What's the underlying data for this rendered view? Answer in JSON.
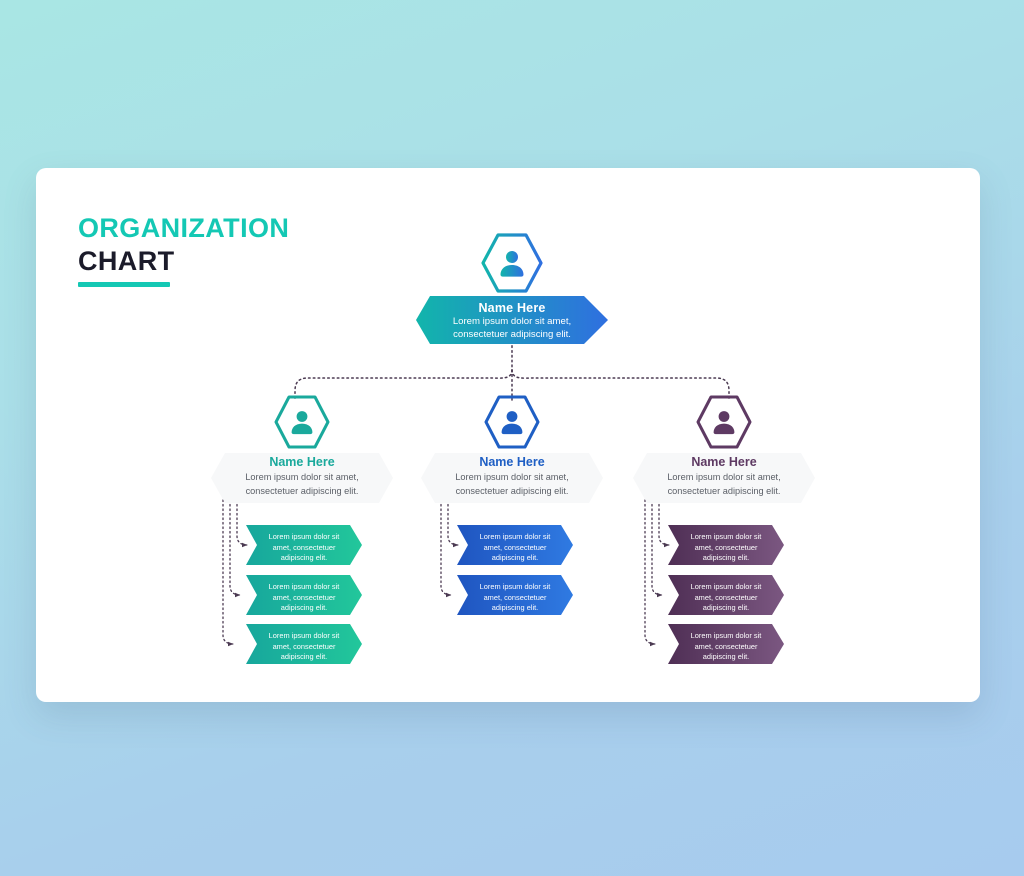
{
  "background": {
    "gradient_top": "#a9e6e4",
    "gradient_bottom": "#a7cbee"
  },
  "card": {
    "background": "#ffffff"
  },
  "title": {
    "line1": "ORGANIZATION",
    "line2": "CHART",
    "line1_color": "#14c8b4",
    "line2_color": "#1b1b2a",
    "rule_color": "#14c8b4"
  },
  "colors": {
    "teal": "#17a79c",
    "teal_bright": "#1fc29a",
    "blue": "#1f5fc4",
    "blue_bright": "#2f72e0",
    "purple": "#5e3a63",
    "purple_light": "#7a5a80",
    "muted_text": "#5c6068",
    "panel_fill": "#f7f8f9",
    "connector": "#4b3a52"
  },
  "root": {
    "icon": "person-icon",
    "name": "Name Here",
    "desc_line1": "Lorem ipsum dolor sit amet,",
    "desc_line2": "consectetuer adipiscing elit.",
    "gradient_from": "#12b5ab",
    "gradient_to": "#2f6fe0"
  },
  "branches": [
    {
      "id": "branch-teal",
      "accent": "#1aa99c",
      "icon": "person-icon",
      "name": "Name Here",
      "desc_line1": "Lorem ipsum dolor sit amet,",
      "desc_line2": "consectetuer adipiscing elit.",
      "leaf_from": "#17a79c",
      "leaf_to": "#22c79b",
      "items": [
        {
          "line1": "Lorem ipsum dolor sit",
          "line2": "amet, consectetuer",
          "line3": "adipiscing elit."
        },
        {
          "line1": "Lorem ipsum dolor sit",
          "line2": "amet, consectetuer",
          "line3": "adipiscing elit."
        },
        {
          "line1": "Lorem ipsum dolor sit",
          "line2": "amet, consectetuer",
          "line3": "adipiscing elit."
        }
      ]
    },
    {
      "id": "branch-blue",
      "accent": "#1f5fc4",
      "icon": "person-icon",
      "name": "Name Here",
      "desc_line1": "Lorem ipsum dolor sit amet,",
      "desc_line2": "consectetuer adipiscing elit.",
      "leaf_from": "#1f55c0",
      "leaf_to": "#2f7ae2",
      "items": [
        {
          "line1": "Lorem ipsum dolor sit",
          "line2": "amet, consectetuer",
          "line3": "adipiscing elit."
        },
        {
          "line1": "Lorem ipsum dolor sit",
          "line2": "amet, consectetuer",
          "line3": "adipiscing elit."
        }
      ]
    },
    {
      "id": "branch-purple",
      "accent": "#5e3a63",
      "icon": "person-icon",
      "name": "Name Here",
      "desc_line1": "Lorem ipsum dolor sit amet,",
      "desc_line2": "consectetuer adipiscing elit.",
      "leaf_from": "#4f2f55",
      "leaf_to": "#7b5781",
      "items": [
        {
          "line1": "Lorem ipsum dolor sit",
          "line2": "amet, consectetuer",
          "line3": "adipiscing elit."
        },
        {
          "line1": "Lorem ipsum dolor sit",
          "line2": "amet, consectetuer",
          "line3": "adipiscing elit."
        },
        {
          "line1": "Lorem ipsum dolor sit",
          "line2": "amet, consectetuer",
          "line3": "adipiscing elit."
        }
      ]
    }
  ]
}
